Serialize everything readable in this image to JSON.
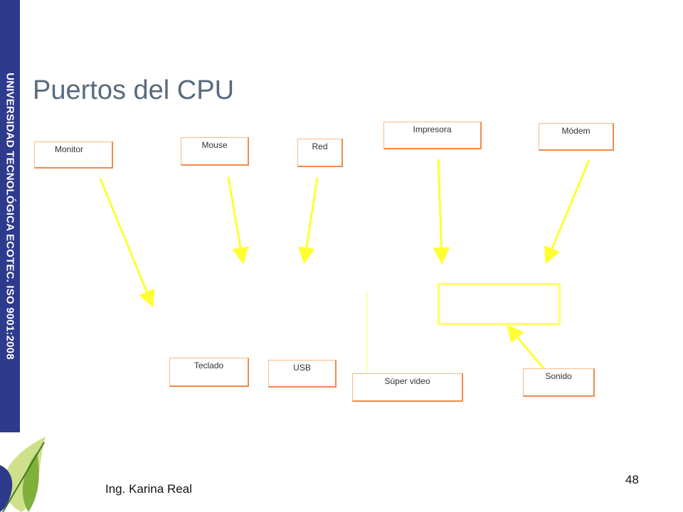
{
  "sidebar": {
    "text": "UNIVERSIDAD TECNOLÓGICA ECOTEC. ISO 9001:2008"
  },
  "slide": {
    "title": "Puertos del CPU"
  },
  "diagram": {
    "labels": {
      "monitor": "Monitor",
      "mouse": "Mouse",
      "red": "Red",
      "impresora": "Impresora",
      "modem": "Módem",
      "teclado": "Teclado",
      "usb": "USB",
      "super_video": "Súper video",
      "sonido": "Sonido"
    },
    "arrow_color": "#ffff33",
    "box_border_color": "#f08a4b"
  },
  "footer": {
    "author": "Ing. Karina Real",
    "page_number": "48"
  }
}
